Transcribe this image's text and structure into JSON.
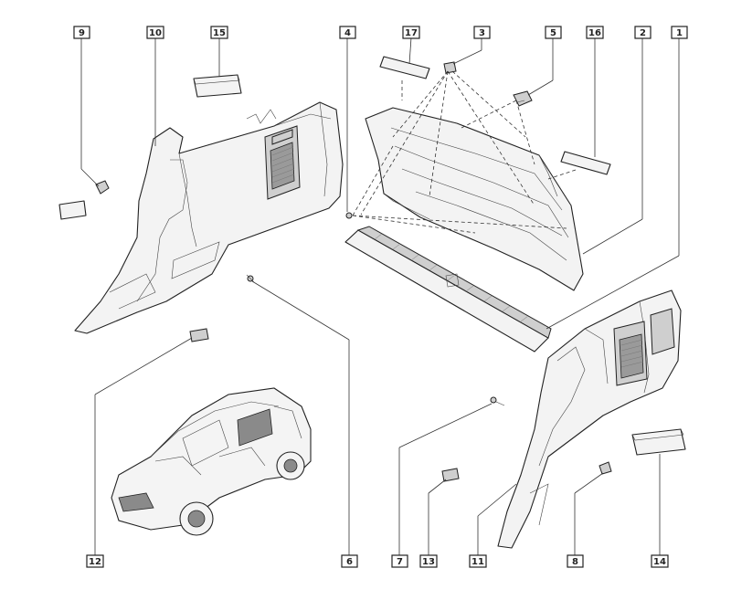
{
  "callouts": [
    {
      "id": "c9",
      "label": "9"
    },
    {
      "id": "c10",
      "label": "10"
    },
    {
      "id": "c15",
      "label": "15"
    },
    {
      "id": "c4",
      "label": "4"
    },
    {
      "id": "c17",
      "label": "17"
    },
    {
      "id": "c3",
      "label": "3"
    },
    {
      "id": "c5",
      "label": "5"
    },
    {
      "id": "c16",
      "label": "16"
    },
    {
      "id": "c2",
      "label": "2"
    },
    {
      "id": "c1",
      "label": "1"
    },
    {
      "id": "c12",
      "label": "12"
    },
    {
      "id": "c6",
      "label": "6"
    },
    {
      "id": "c7",
      "label": "7"
    },
    {
      "id": "c13",
      "label": "13"
    },
    {
      "id": "c11",
      "label": "11"
    },
    {
      "id": "c8",
      "label": "8"
    },
    {
      "id": "c14",
      "label": "14"
    }
  ]
}
